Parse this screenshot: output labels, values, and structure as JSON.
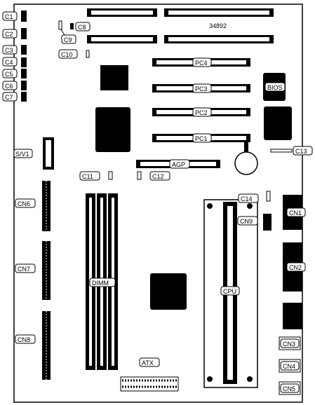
{
  "board": {
    "model_number": "34892",
    "slots": {
      "pci": [
        "PC4",
        "PC3",
        "PC2",
        "PC1"
      ],
      "agp": "AGP",
      "memory": "DIMM",
      "cpu": "CPU",
      "power": "ATX"
    },
    "chips": {
      "bios": "BIOS"
    },
    "connectors": {
      "left_panel": [
        "C1",
        "C2",
        "C3",
        "C4",
        "C5",
        "C6",
        "C7"
      ],
      "front": [
        "CN6",
        "CN7",
        "CN8"
      ],
      "rear": [
        "CN1",
        "CN2",
        "CN3",
        "CN4",
        "CN5"
      ],
      "cn9": "CN9",
      "swv1": "S/V1"
    },
    "jumpers": [
      "C8",
      "C9",
      "C10",
      "C11",
      "C12",
      "C13",
      "C14"
    ]
  }
}
